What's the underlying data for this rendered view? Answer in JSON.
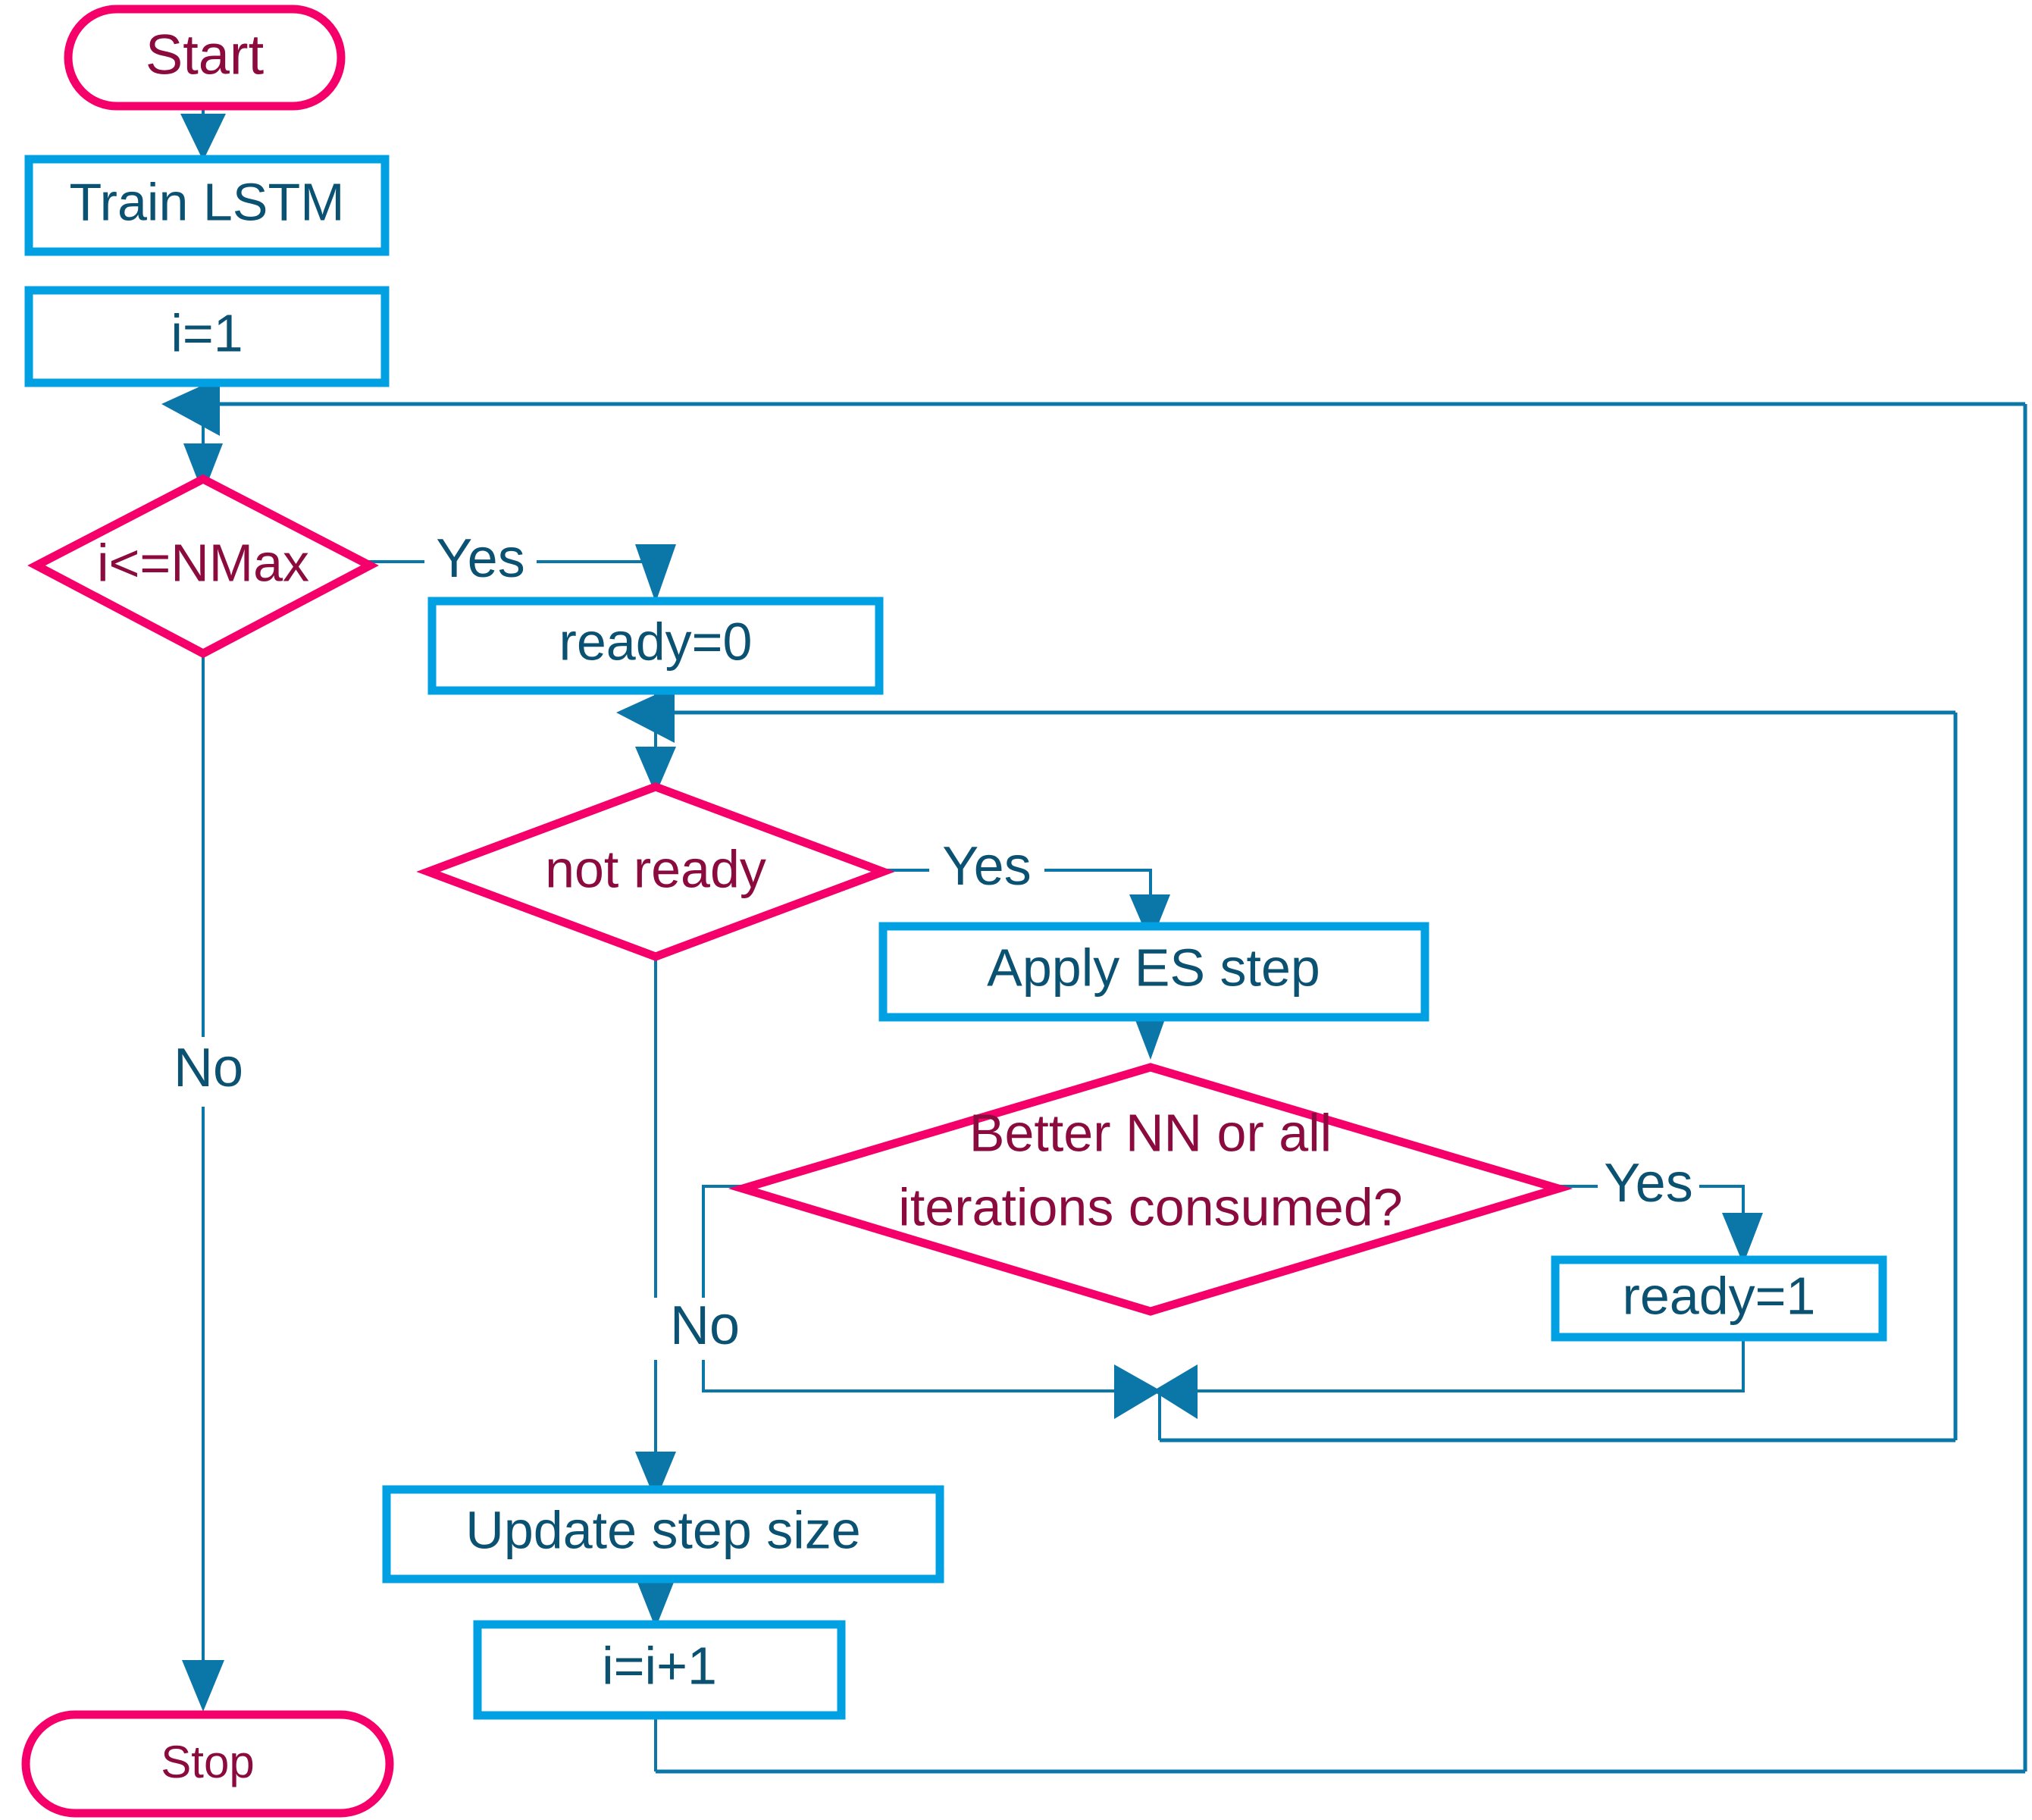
{
  "diagram": {
    "title": "LSTM training with evolution strategy flowchart",
    "type": "flowchart",
    "colors": {
      "terminator_border": "#F5006B",
      "decision_border": "#F5006B",
      "process_border": "#00A0E3",
      "magenta_text": "#8C0B3F",
      "teal_text": "#0B5272",
      "connector": "#0B77A8",
      "background": "#FFFFFF"
    },
    "nodes": [
      {
        "id": "start",
        "kind": "terminator",
        "label": "Start"
      },
      {
        "id": "train",
        "kind": "process",
        "label": "Train LSTM"
      },
      {
        "id": "init",
        "kind": "process",
        "label": "i=1"
      },
      {
        "id": "nmax",
        "kind": "decision",
        "label": "i<=NMax"
      },
      {
        "id": "ready0",
        "kind": "process",
        "label": "ready=0"
      },
      {
        "id": "notready",
        "kind": "decision",
        "label": "not ready"
      },
      {
        "id": "applyes",
        "kind": "process",
        "label": "Apply ES step"
      },
      {
        "id": "better",
        "kind": "decision",
        "label_line1": "Better NN or all",
        "label_line2": "iterations consumed?"
      },
      {
        "id": "ready1",
        "kind": "process",
        "label": "ready=1"
      },
      {
        "id": "updatestep",
        "kind": "process",
        "label": "Update step size"
      },
      {
        "id": "increment",
        "kind": "process",
        "label": "i=i+1"
      },
      {
        "id": "stop",
        "kind": "terminator",
        "label": "Stop"
      }
    ],
    "edge_labels": {
      "nmax_yes": "Yes",
      "nmax_no": "No",
      "notready_yes": "Yes",
      "better_yes": "Yes",
      "better_no": "No"
    },
    "edges": [
      {
        "from": "start",
        "to": "train",
        "label": ""
      },
      {
        "from": "train",
        "to": "init",
        "label": ""
      },
      {
        "from": "init",
        "to": "nmax",
        "label": ""
      },
      {
        "from": "nmax",
        "to": "ready0",
        "label": "Yes"
      },
      {
        "from": "nmax",
        "to": "stop",
        "label": "No"
      },
      {
        "from": "ready0",
        "to": "notready",
        "label": ""
      },
      {
        "from": "notready",
        "to": "applyes",
        "label": "Yes"
      },
      {
        "from": "notready",
        "to": "updatestep",
        "label": ""
      },
      {
        "from": "applyes",
        "to": "better",
        "label": ""
      },
      {
        "from": "better",
        "to": "ready1",
        "label": "Yes"
      },
      {
        "from": "better",
        "to": "notready",
        "label": "No"
      },
      {
        "from": "ready1",
        "to": "notready",
        "label": ""
      },
      {
        "from": "updatestep",
        "to": "increment",
        "label": ""
      },
      {
        "from": "increment",
        "to": "nmax",
        "label": ""
      }
    ]
  }
}
